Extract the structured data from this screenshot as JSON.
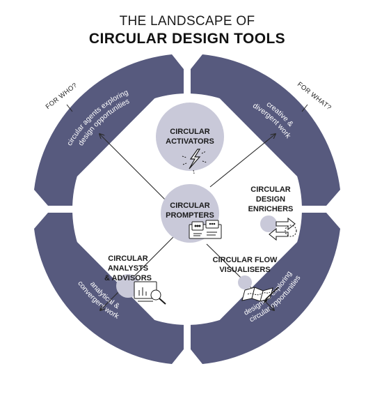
{
  "title": {
    "line1": "THE LANDSCAPE OF",
    "line2": "CIRCULAR DESIGN TOOLS"
  },
  "colors": {
    "arc_fill": "#575a7e",
    "bubble": "#c9c9d9",
    "ink": "#1a1a1a",
    "arrow": "#2a2a2a"
  },
  "quadrants": {
    "top_left": {
      "line1": "circular agents exploring",
      "line2": "design opportunities"
    },
    "top_right": {
      "line1": "creative &",
      "line2": "divergent work"
    },
    "bottom_left": {
      "line1": "analytical &",
      "line2": "convergent work"
    },
    "bottom_right": {
      "line1": "designers exploring",
      "line2": "circular opportunities"
    }
  },
  "questions": {
    "for_who": "FOR WHO?",
    "for_what": "FOR WHAT?"
  },
  "categories": {
    "activators": {
      "line1": "CIRCULAR",
      "line2": "ACTIVATORS",
      "icon": "lightning-icon"
    },
    "prompters": {
      "line1": "CIRCULAR",
      "line2": "PROMPTERS",
      "icon": "prompt-cards-icon"
    },
    "enrichers": {
      "line1": "CIRCULAR",
      "line2": "DESIGN",
      "line3": "ENRICHERS",
      "icon": "swap-arrows-icon"
    },
    "analysts": {
      "line1": "CIRCULAR",
      "line2": "ANALYSTS",
      "line3": "& ADVISORS",
      "icon": "magnifier-chart-icon"
    },
    "visualisers": {
      "line1": "CIRCULAR FLOW",
      "line2": "VISUALISERS",
      "icon": "map-pen-icon"
    }
  }
}
